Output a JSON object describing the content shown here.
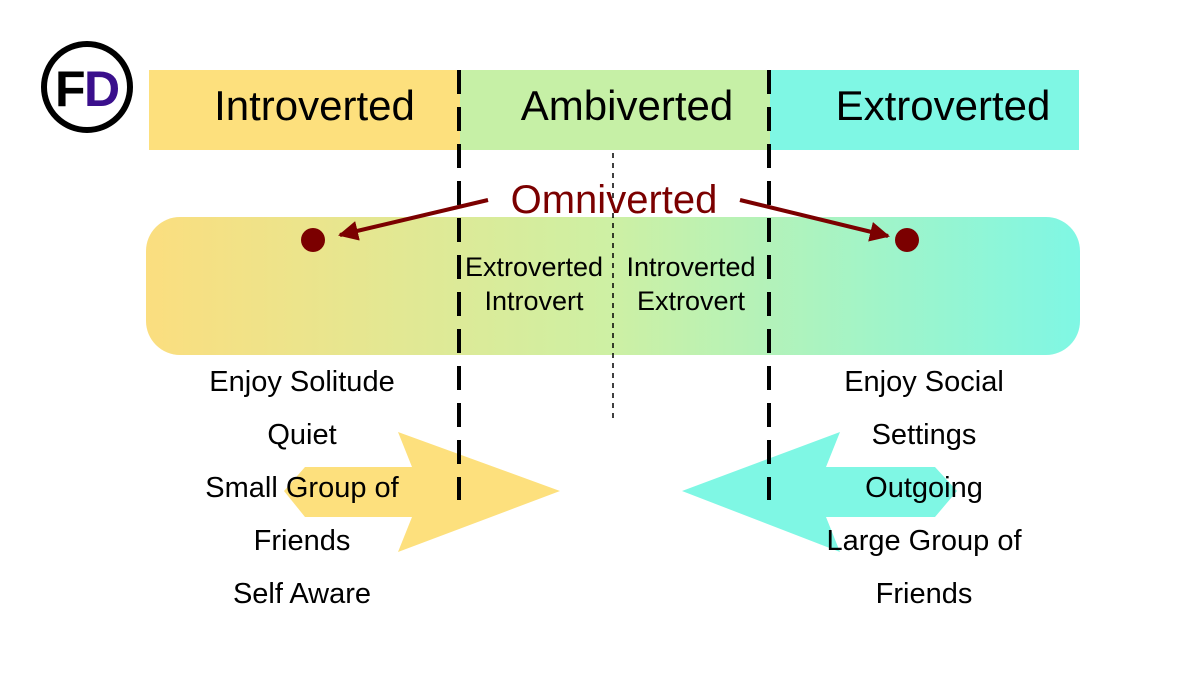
{
  "logo": {
    "letters": "FD",
    "colors": {
      "F": "#000000",
      "D": "#3a0f8c"
    }
  },
  "spectrum": [
    {
      "key": "introverted",
      "label": "Introverted",
      "color": "#fde07d"
    },
    {
      "key": "ambiverted",
      "label": "Ambiverted",
      "color": "#c6f0a6"
    },
    {
      "key": "extroverted",
      "label": "Extroverted",
      "color": "#7ff7e4"
    }
  ],
  "omniverted": {
    "label": "Omniverted",
    "color": "#7b0000"
  },
  "middle_labels": {
    "extroverted_introvert": [
      "Extroverted",
      "Introvert"
    ],
    "introverted_extrovert": [
      "Introverted",
      "Extrovert"
    ]
  },
  "traits": {
    "introvert": [
      "Enjoy Solitude",
      "Quiet",
      "Small Group of",
      "Friends",
      "Self Aware"
    ],
    "extrovert": [
      "Enjoy Social",
      "Settings",
      "Outgoing",
      "Large Group of",
      "Friends"
    ]
  },
  "colors": {
    "introvert_yellow": "#fde07d",
    "ambivert_green": "#c6f0a6",
    "extrovert_cyan": "#7ff7e4",
    "arrow_red": "#7b0000"
  }
}
